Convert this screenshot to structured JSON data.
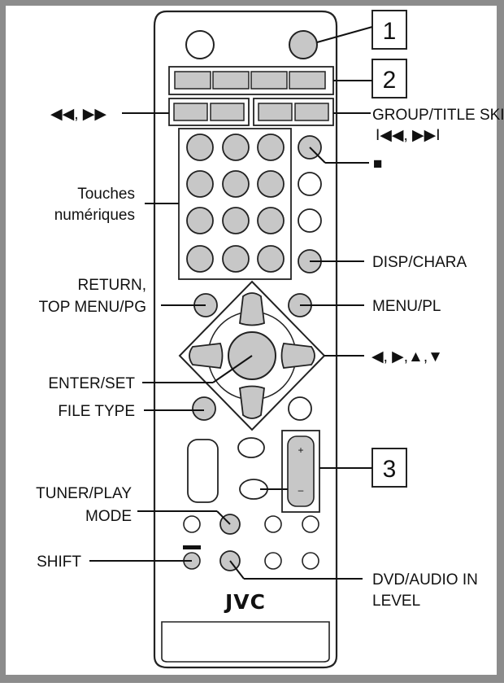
{
  "callouts": {
    "n1": "1",
    "n2": "2",
    "n3": "3",
    "fwd_rev": "◀◀, ▶▶",
    "group_title_skip": "GROUP/TITLE SKIP",
    "skip_arrows": "I◀◀, ▶▶I",
    "stop": "■",
    "numeric_1": "Touches",
    "numeric_2": "numériques",
    "disp_chara": "DISP/CHARA",
    "return_1": "RETURN,",
    "return_2": "TOP MENU/PG",
    "menu_pl": "MENU/PL",
    "cursor": "◀, ▶,▲,▼",
    "enter_set": "ENTER/SET",
    "file_type": "FILE TYPE",
    "tuner_1": "TUNER/PLAY",
    "tuner_2": "MODE",
    "shift": "SHIFT",
    "dvd_1": "DVD/AUDIO IN",
    "dvd_2": "LEVEL"
  },
  "remote": {
    "brand": "JVC",
    "volume_plus": "+",
    "volume_minus": "–"
  },
  "colors": {
    "frame": "#8c8c8c",
    "button_gray": "#c7c7c7",
    "outline": "#222222",
    "paper": "#ffffff"
  }
}
